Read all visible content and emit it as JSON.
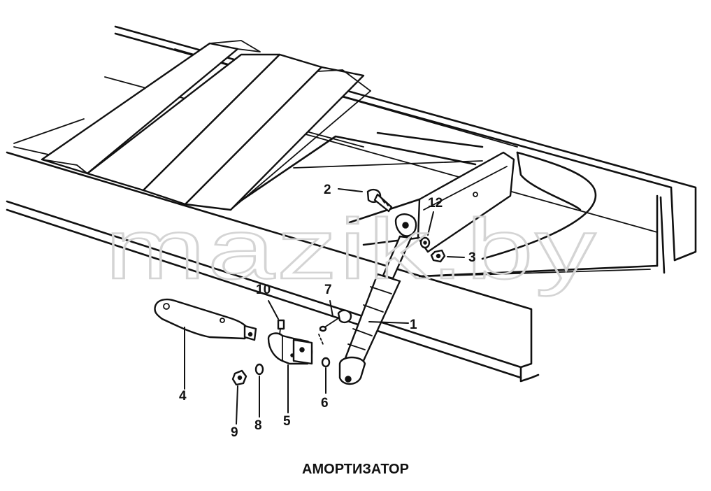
{
  "caption": "АМОРТИЗАТОР",
  "watermark": "mazik.by",
  "callouts": [
    "1",
    "2",
    "3",
    "4",
    "5",
    "6",
    "7",
    "8",
    "9",
    "10",
    "12"
  ],
  "colors": {
    "ink": "#111111",
    "watermark": "#d4d4d4",
    "background": "#ffffff"
  }
}
